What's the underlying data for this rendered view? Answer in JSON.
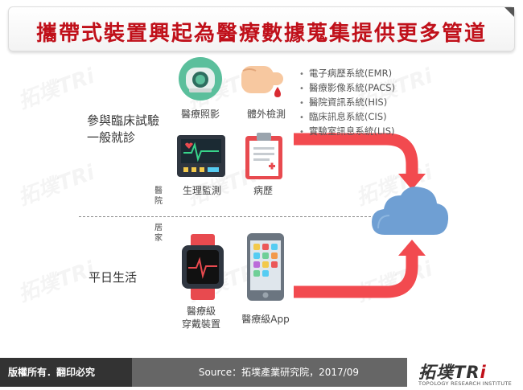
{
  "title": "攜帶式裝置興起為醫療數據蒐集提供更多管道",
  "rows": {
    "hospital_context": "參與臨床試驗\n一般就診",
    "daily_life": "平日生活"
  },
  "side_labels": {
    "hospital": "醫\n院",
    "home": "居\n家"
  },
  "devices": {
    "medical_imaging": "醫療照影",
    "in_vitro_testing": "體外檢測",
    "physiological_monitoring": "生理監測",
    "medical_record": "病歷",
    "wearable": "醫療級\n穿戴裝置",
    "app": "醫療級App"
  },
  "systems": [
    "電子病歷系統(EMR)",
    "醫療影像系統(PACS)",
    "醫院資訊系統(HIS)",
    "臨床訊息系統(CIS)",
    "實驗室訊息系統(LIS)"
  ],
  "footer": {
    "rights": "版權所有．翻印必究",
    "source": "Source：拓墣產業研究院，2017/09",
    "logo_cjk": "拓墣",
    "logo_tri": "TR",
    "logo_i": "i",
    "logo_sub": "TOPOLOGY RESEARCH INSTITUTE"
  },
  "watermark": "拓墣TRi",
  "colors": {
    "title_red": "#c0101a",
    "arrow_red": "#f24a4f",
    "cloud_blue": "#6f9fd3",
    "footer_dark": "#333333",
    "footer_mid": "#666666"
  }
}
